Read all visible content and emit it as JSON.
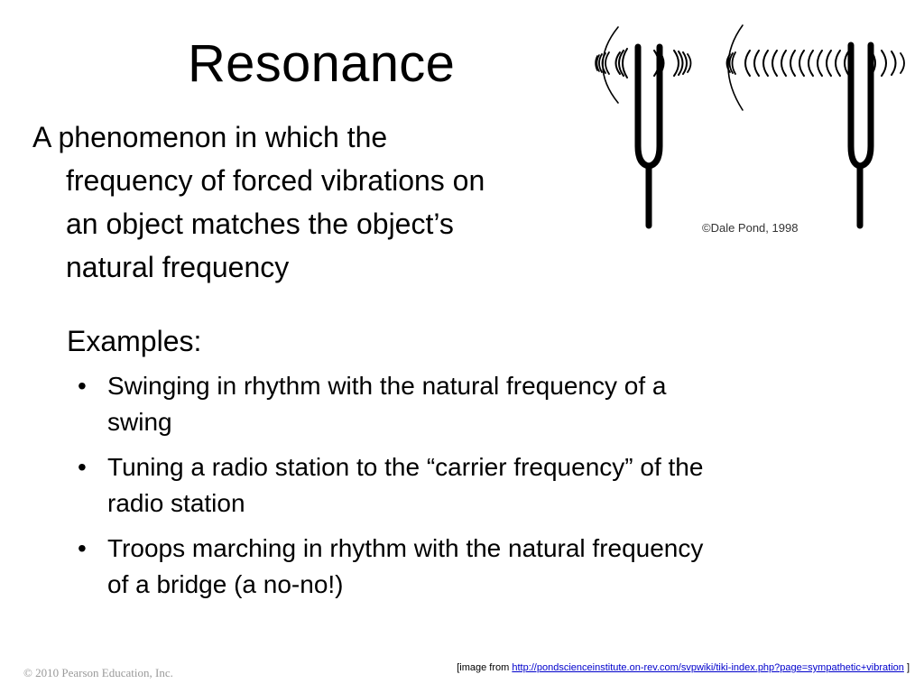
{
  "slide": {
    "title": "Resonance",
    "definition_lines": [
      "A phenomenon in which the",
      "frequency of forced vibrations on",
      "an object matches the object’s",
      "natural frequency"
    ],
    "examples_heading": "Examples:",
    "examples": [
      {
        "bullet": "•",
        "lines": [
          "Swinging in rhythm with the natural frequency of a",
          "swing"
        ]
      },
      {
        "bullet": "•",
        "lines": [
          "Tuning a radio station to the “carrier frequency” of the",
          "radio station"
        ]
      },
      {
        "bullet": "•",
        "lines": [
          "Troops marching in rhythm with the natural frequency",
          "of a bridge (a no-no!)"
        ]
      }
    ]
  },
  "illustration": {
    "icon": "tuning-forks-icon",
    "credit": "©Dale Pond, 1998"
  },
  "footer": {
    "copyright": "© 2010 Pearson Education, Inc.",
    "source_prefix": "[image from",
    "source_url": "http://pondscienceinstitute.on-rev.com/svpwiki/tiki-index.php?page=sympathetic+vibration",
    "source_suffix": "]"
  },
  "colors": {
    "text": "#000000",
    "footer_gray": "#9a9a9a",
    "link": "#0000cc"
  }
}
